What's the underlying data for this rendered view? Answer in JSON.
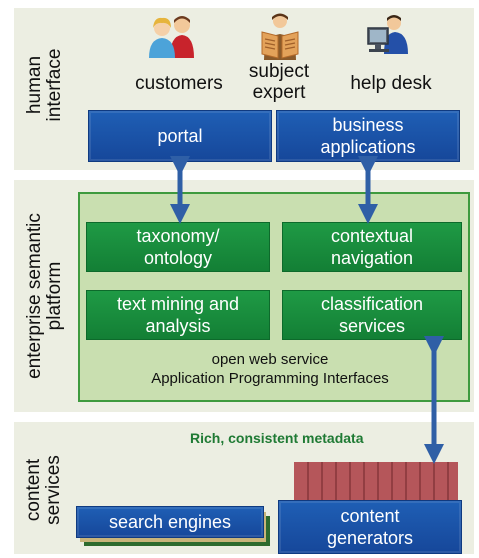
{
  "layers": {
    "human_interface": "human\ninterface",
    "enterprise_semantic_platform": "enterprise semantic\nplatform",
    "content_services": "content\nservices"
  },
  "actors": {
    "customers": "customers",
    "subject_expert_line1": "subject",
    "subject_expert_line2": "expert",
    "help_desk": "help desk"
  },
  "boxes": {
    "portal": "portal",
    "business_apps_line1": "business",
    "business_apps_line2": "applications",
    "taxonomy_line1": "taxonomy/",
    "taxonomy_line2": "ontology",
    "contextual_line1": "contextual",
    "contextual_line2": "navigation",
    "text_mining_line1": "text mining and",
    "text_mining_line2": "analysis",
    "classification_line1": "classification",
    "classification_line2": "services",
    "search_engines": "search engines",
    "content_gen_line1": "content",
    "content_gen_line2": "generators"
  },
  "platform_caption": {
    "line1": "open web service",
    "line2": "Application Programming Interfaces"
  },
  "metadata_label": "Rich, consistent metadata",
  "colors": {
    "blue_box": "#1a52a8",
    "green_box": "#1a8f3e",
    "platform_fill": "#c9dfb0",
    "band_fill": "#eceee2",
    "arrow": "#2f5fa6",
    "metadata_text": "#1f7a34",
    "books": "#b5565a"
  },
  "icons": [
    "customers-people-icon",
    "subject-expert-reader-icon",
    "help-desk-computer-icon"
  ]
}
